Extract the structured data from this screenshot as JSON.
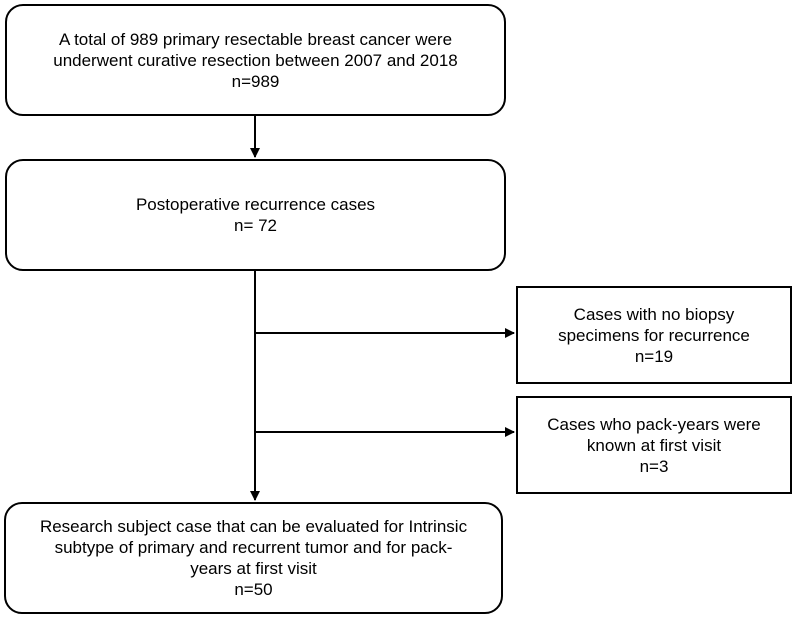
{
  "flowchart": {
    "box_total": {
      "line1": "A total of 989 primary resectable breast cancer were",
      "line2": "underwent curative resection between 2007 and 2018",
      "line3": "n=989"
    },
    "box_recurrence": {
      "line1": "Postoperative recurrence cases",
      "line2": "n= 72"
    },
    "box_excluded_biopsy": {
      "line1": "Cases with no biopsy",
      "line2": "specimens for recurrence",
      "line3": "n=19"
    },
    "box_excluded_packyears": {
      "line1": "Cases who pack-years were",
      "line2": "known at first visit",
      "line3": "n=3"
    },
    "box_final": {
      "line1": "Research subject case that  can be evaluated for Intrinsic",
      "line2": "subtype of primary and recurrent tumor and for pack-",
      "line3": "years at first visit",
      "line4": "n=50"
    }
  },
  "colors": {
    "stroke": "#000000",
    "background": "#ffffff"
  }
}
